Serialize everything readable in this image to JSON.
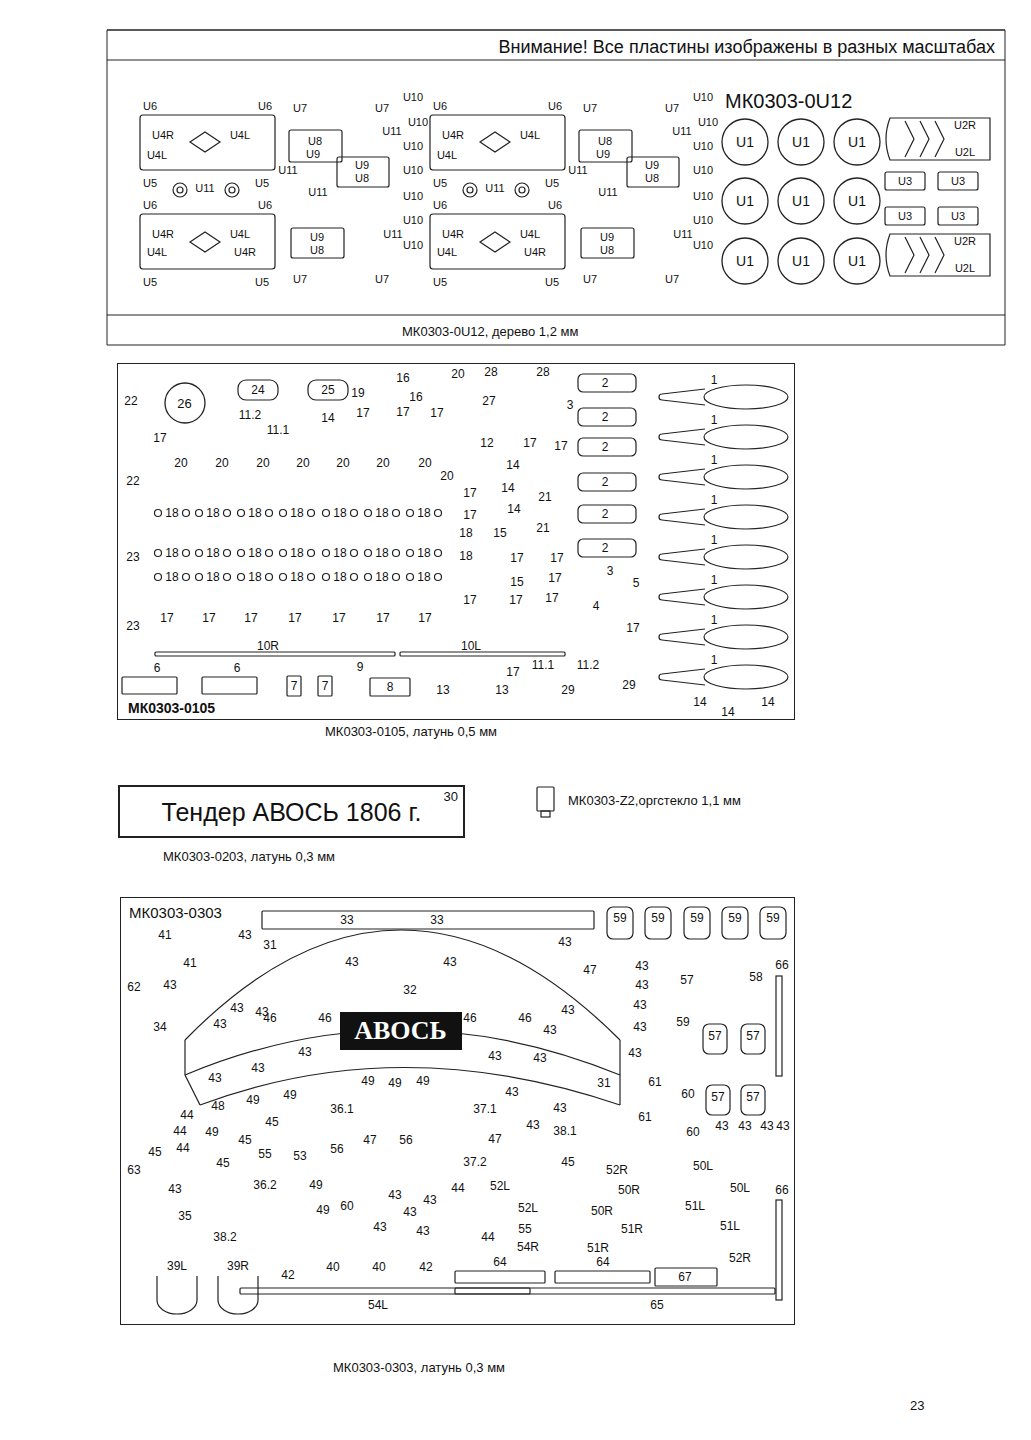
{
  "diagram": {
    "title": "Внимание! Все пластины изображены в разных масштабах",
    "nodes": [
      {
        "text": [
          "U1"
        ]
      },
      {
        "text": [
          "U1"
        ]
      },
      {
        "text": [
          "U1"
        ]
      },
      {
        "text": [
          "U1"
        ]
      },
      {
        "text": [
          "U1"
        ]
      },
      {
        "text": [
          "U1"
        ]
      },
      {
        "text": [
          "U1"
        ]
      },
      {
        "text": [
          "U1"
        ]
      },
      {
        "text": [
          "U1"
        ]
      },
      {
        "text": [
          "МК0303-0105"
        ]
      },
      {
        "text": [
          "26"
        ],
        "in": 9
      },
      {
        "text": [
          "Тендер АВОСЬ 1806 г.",
          "30"
        ]
      },
      {
        "text": [
          "МК0303-0303"
        ]
      },
      {
        "text": [
          "АВОСЬ"
        ],
        "in": 12
      }
    ],
    "labels": [
      "МК0303-0U12",
      "U6",
      "U6",
      "U7",
      "U7",
      "U10",
      "U10",
      "U11",
      "U4R",
      "U4L",
      "U4L",
      "U8",
      "U9",
      "U10",
      "U11",
      "U9",
      "U8",
      "U10",
      "U5",
      "U5",
      "U11",
      "U11",
      "U10",
      "U6",
      "U6",
      "U10",
      "U4R",
      "U4L",
      "U4L",
      "U4R",
      "U9",
      "U8",
      "U10",
      "U11",
      "U5",
      "U5",
      "U7",
      "U7",
      "U6",
      "U6",
      "U7",
      "U7",
      "U10",
      "U10",
      "U11",
      "U4R",
      "U4L",
      "U4L",
      "U8",
      "U9",
      "U10",
      "U11",
      "U9",
      "U8",
      "U10",
      "U5",
      "U5",
      "U11",
      "U11",
      "U10",
      "U6",
      "U6",
      "U10",
      "U4R",
      "U4L",
      "U4L",
      "U4R",
      "U9",
      "U8",
      "U10",
      "U11",
      "U5",
      "U5",
      "U7",
      "U7",
      "U2R",
      "U2L",
      "U3",
      "U3",
      "U3",
      "U3",
      "U2R",
      "U2L",
      "МК0303-0U12, дерево 1,2 мм",
      "22",
      "24",
      "25",
      "19",
      "16",
      "16",
      "20",
      "28",
      "28",
      "2",
      "1",
      "11.2",
      "11.1",
      "14",
      "17",
      "17",
      "17",
      "27",
      "3",
      "2",
      "1",
      "17",
      "12",
      "17",
      "17",
      "2",
      "1",
      "22",
      "20",
      "20",
      "20",
      "20",
      "20",
      "20",
      "20",
      "20",
      "14",
      "17",
      "14",
      "2",
      "1",
      "18",
      "18",
      "18",
      "18",
      "18",
      "18",
      "18",
      "18",
      "18",
      "18",
      "18",
      "18",
      "18",
      "18",
      "18",
      "18",
      "18",
      "18",
      "18",
      "18",
      "18",
      "18",
      "18",
      "17",
      "14",
      "21",
      "2",
      "1",
      "21",
      "15",
      "2",
      "1",
      "23",
      "17",
      "17",
      "17",
      "3",
      "5",
      "15",
      "17",
      "17",
      "17",
      "1",
      "4",
      "17",
      "1",
      "23",
      "17",
      "17",
      "17",
      "17",
      "17",
      "17",
      "17",
      "10R",
      "10L",
      "6",
      "6",
      "9",
      "8",
      "7",
      "7",
      "11.1",
      "11.2",
      "13",
      "13",
      "17",
      "29",
      "29",
      "14",
      "14",
      "14",
      "МК0303-0105, латунь 0,5 мм",
      "МК0303-Z2,оргстекло 1,1 мм",
      "МК0303-0203, латунь 0,3 мм",
      "33",
      "33",
      "59",
      "59",
      "59",
      "59",
      "59",
      "41",
      "43",
      "43",
      "31",
      "43",
      "43",
      "47",
      "43",
      "41",
      "62",
      "43",
      "57",
      "58",
      "66",
      "43",
      "43",
      "43",
      "43",
      "46",
      "46",
      "32",
      "46",
      "46",
      "43",
      "43",
      "43",
      "43",
      "34",
      "59",
      "57",
      "57",
      "43",
      "43",
      "43",
      "43",
      "43",
      "43",
      "31",
      "61",
      "49",
      "49",
      "49",
      "49",
      "43",
      "48",
      "49",
      "36.1",
      "37.1",
      "43",
      "60",
      "57",
      "57",
      "61",
      "44",
      "44",
      "49",
      "45",
      "45",
      "43",
      "38.1",
      "60",
      "43",
      "43",
      "43",
      "43",
      "44",
      "47",
      "56",
      "47",
      "45",
      "55",
      "53",
      "56",
      "63",
      "45",
      "37.2",
      "45",
      "52R",
      "50L",
      "43",
      "36.2",
      "49",
      "52L",
      "50R",
      "50L",
      "66",
      "43",
      "44",
      "43",
      "43",
      "43",
      "35",
      "49",
      "60",
      "51L",
      "50R",
      "52L",
      "51L",
      "51R",
      "43",
      "44",
      "55",
      "54R",
      "51R",
      "52R",
      "38.2",
      "39L",
      "39R",
      "42",
      "40",
      "40",
      "42",
      "64",
      "64",
      "67",
      "54L",
      "65",
      "МК0303-0303, латунь 0,3 мм",
      "23"
    ]
  }
}
